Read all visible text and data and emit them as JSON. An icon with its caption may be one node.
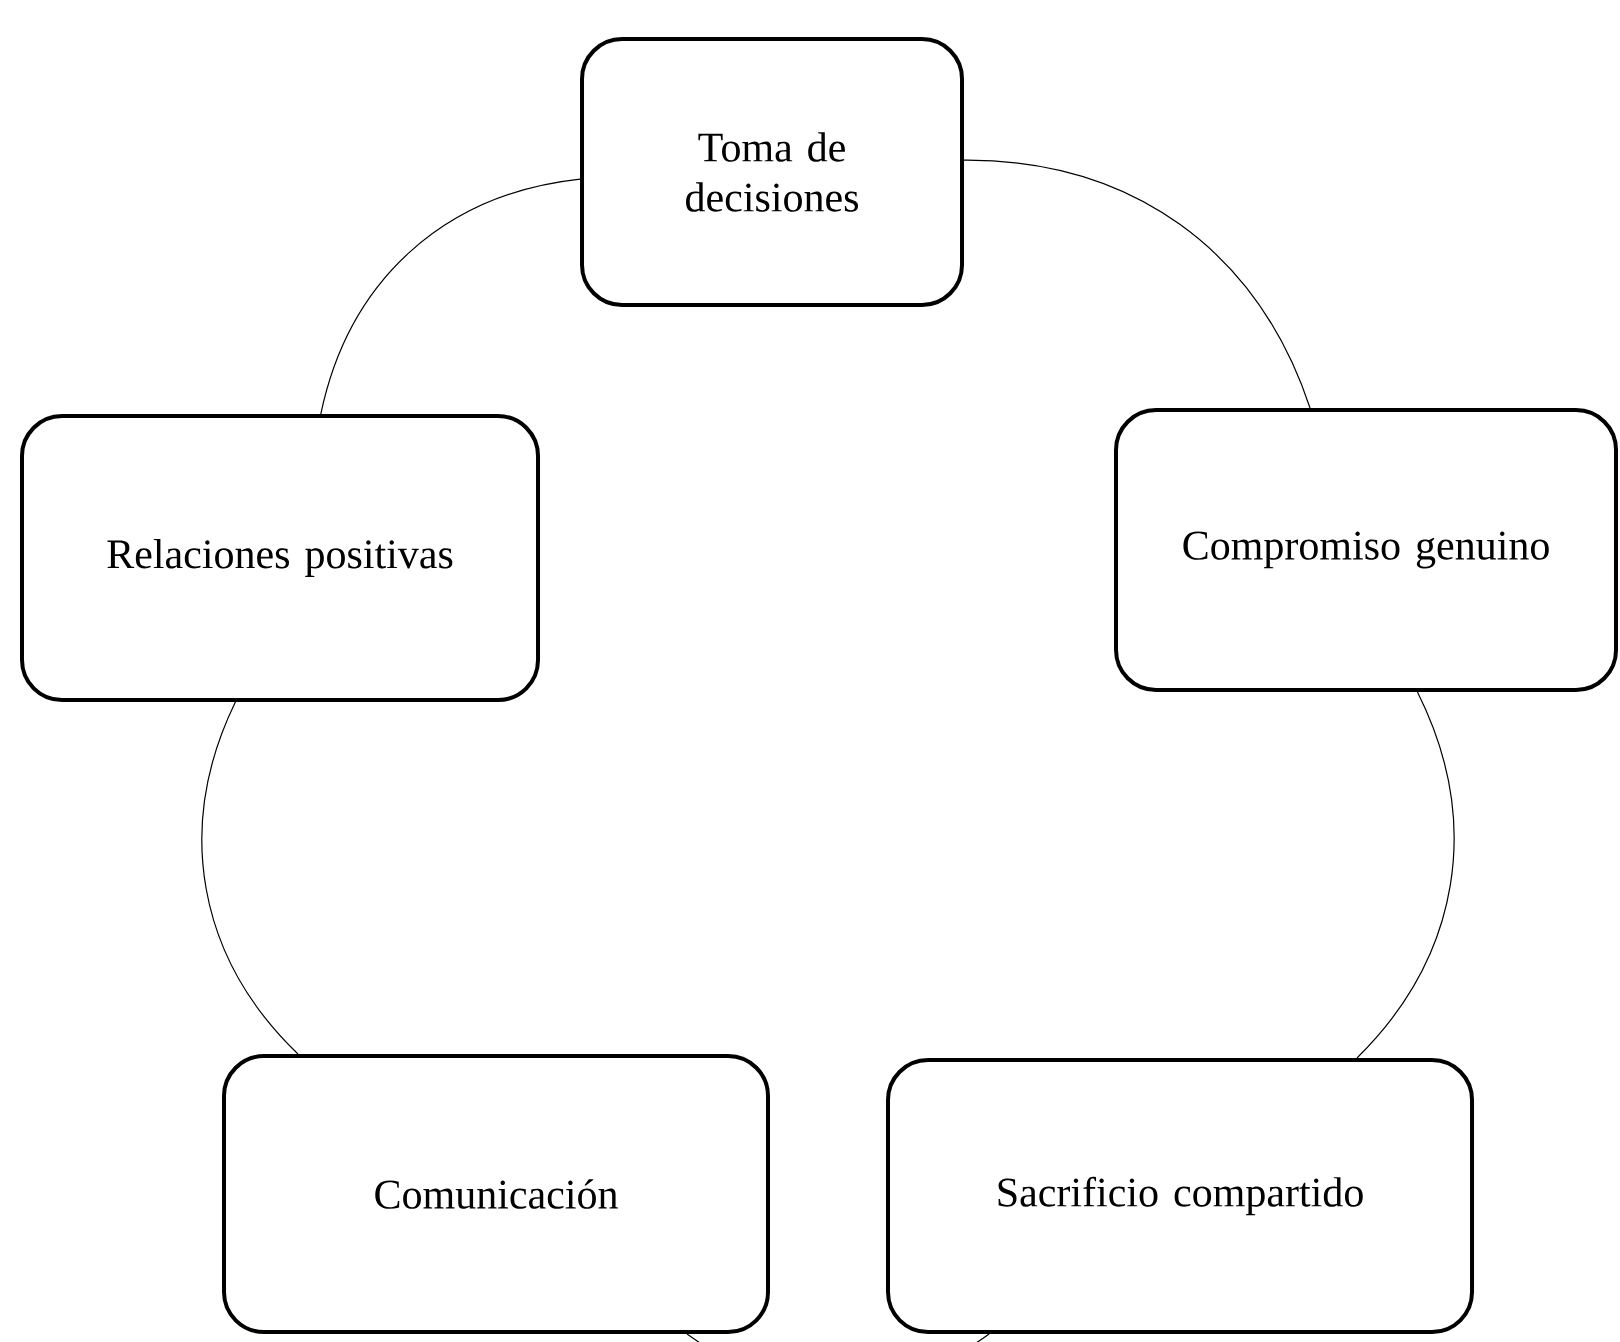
{
  "diagram": {
    "nodes": [
      {
        "text": [
          "Toma de decisiones"
        ]
      },
      {
        "text": [
          "Compromiso genuino"
        ]
      },
      {
        "text": [
          "Sacrificio compartido"
        ]
      },
      {
        "text": [
          "Comunicación"
        ]
      },
      {
        "text": [
          "Relaciones positivas"
        ]
      }
    ],
    "edges": [
      {
        "from": 0,
        "to": 1,
        "arrow": "none"
      },
      {
        "from": 1,
        "to": 2,
        "arrow": "none"
      },
      {
        "from": 2,
        "to": 3,
        "arrow": "none"
      },
      {
        "from": 3,
        "to": 4,
        "arrow": "none"
      },
      {
        "from": 4,
        "to": 0,
        "arrow": "none"
      }
    ]
  }
}
